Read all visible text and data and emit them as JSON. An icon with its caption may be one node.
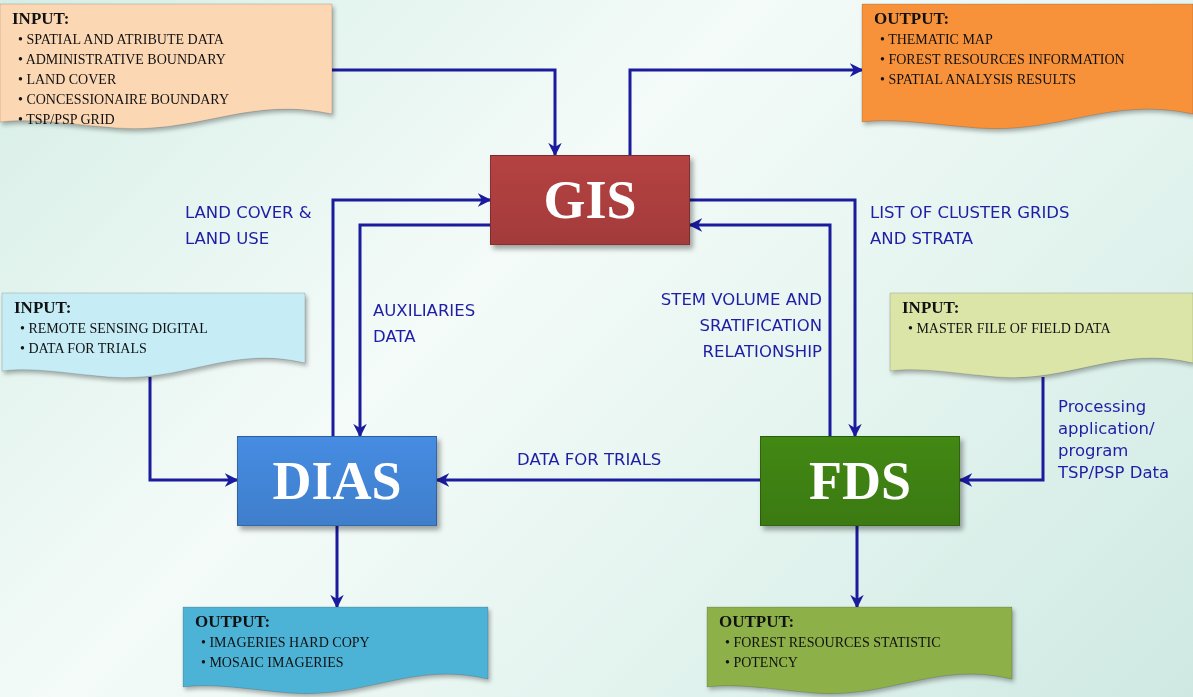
{
  "diagram": {
    "nodes": [
      {
        "text": [
          "INPUT:",
          "• SPATIAL AND ATRIBUTE DATA",
          "• ADMINISTRATIVE BOUNDARY",
          "• LAND COVER",
          "• CONCESSIONAIRE BOUNDARY",
          "• TSP/PSP GRID"
        ]
      },
      {
        "text": [
          "OUTPUT:",
          "• THEMATIC MAP",
          "• FOREST RESOURCES INFORMATION",
          "• SPATIAL ANALYSIS RESULTS"
        ]
      },
      {
        "text": [
          "GIS"
        ]
      },
      {
        "text": [
          "INPUT:",
          "• REMOTE SENSING DIGITAL",
          "• DATA FOR TRIALS"
        ]
      },
      {
        "text": [
          "INPUT:",
          "• MASTER FILE OF FIELD DATA"
        ]
      },
      {
        "text": [
          "DIAS"
        ]
      },
      {
        "text": [
          "FDS"
        ]
      },
      {
        "text": [
          "OUTPUT:",
          "• IMAGERIES HARD COPY",
          "• MOSAIC IMAGERIES"
        ]
      },
      {
        "text": [
          "OUTPUT:",
          "• FOREST RESOURCES STATISTIC",
          "• POTENCY"
        ]
      }
    ],
    "edges": [
      {
        "from": 0,
        "to": 2,
        "arrow": "to"
      },
      {
        "from": 2,
        "to": 1,
        "arrow": "to"
      },
      {
        "from": 5,
        "to": 2,
        "arrow": "to",
        "label": "LAND COVER & LAND USE"
      },
      {
        "from": 2,
        "to": 5,
        "arrow": "to",
        "label": "AUXILIARIES DATA"
      },
      {
        "from": 2,
        "to": 6,
        "arrow": "to",
        "label": "LIST OF CLUSTER GRIDS AND STRATA"
      },
      {
        "from": 6,
        "to": 2,
        "arrow": "to",
        "label": "STEM VOLUME AND SRATIFICATION RELATIONSHIP"
      },
      {
        "from": 3,
        "to": 5,
        "arrow": "to"
      },
      {
        "from": 4,
        "to": 6,
        "arrow": "to",
        "label": "Processing application/ program TSP/PSP Data"
      },
      {
        "from": 6,
        "to": 5,
        "arrow": "to",
        "label": "DATA FOR TRIALS"
      },
      {
        "from": 5,
        "to": 7,
        "arrow": "to"
      },
      {
        "from": 6,
        "to": 8,
        "arrow": "to"
      }
    ]
  }
}
